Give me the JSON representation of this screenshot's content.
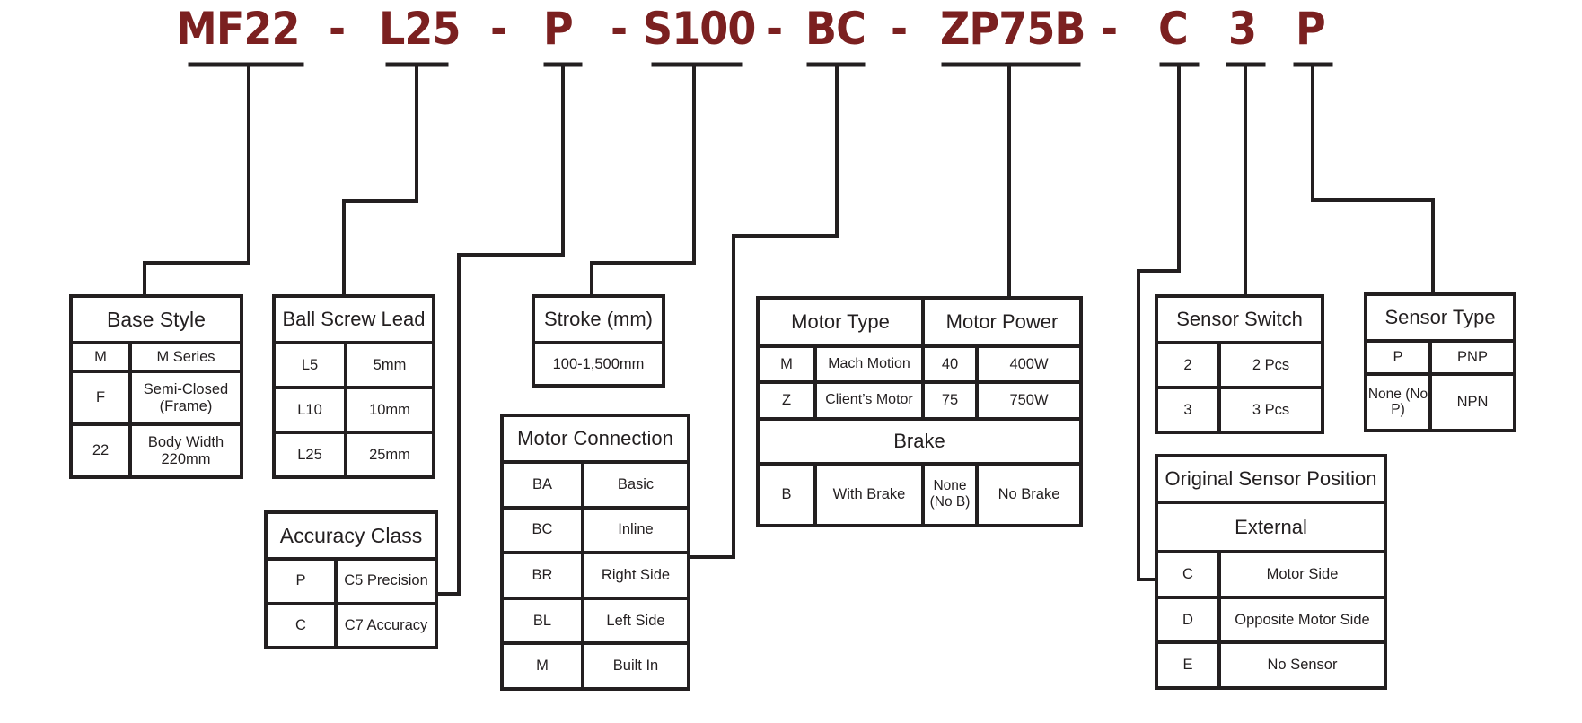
{
  "model_code": {
    "segments": [
      "MF22",
      "-",
      "L25",
      "-",
      "P",
      "-",
      "S100",
      "-",
      "BC",
      "-",
      "ZP75B",
      "-",
      "C",
      "3",
      "P"
    ],
    "color": "#7b2020"
  },
  "tables": {
    "base_style": {
      "title": "Base Style",
      "rows": [
        {
          "code": "M",
          "desc": "M Series"
        },
        {
          "code": "F",
          "desc": "Semi-Closed (Frame)"
        },
        {
          "code": "22",
          "desc": "Body Width 220mm"
        }
      ]
    },
    "ball_screw_lead": {
      "title": "Ball Screw Lead",
      "rows": [
        {
          "code": "L5",
          "desc": "5mm"
        },
        {
          "code": "L10",
          "desc": "10mm"
        },
        {
          "code": "L25",
          "desc": "25mm"
        }
      ]
    },
    "accuracy_class": {
      "title": "Accuracy Class",
      "rows": [
        {
          "code": "P",
          "desc": "C5 Precision"
        },
        {
          "code": "C",
          "desc": "C7 Accuracy"
        }
      ]
    },
    "stroke": {
      "title": "Stroke (mm)",
      "value": "100-1,500mm"
    },
    "motor_connection": {
      "title": "Motor Connection",
      "rows": [
        {
          "code": "BA",
          "desc": "Basic"
        },
        {
          "code": "BC",
          "desc": "Inline"
        },
        {
          "code": "BR",
          "desc": "Right Side"
        },
        {
          "code": "BL",
          "desc": "Left Side"
        },
        {
          "code": "M",
          "desc": "Built In"
        }
      ]
    },
    "motor": {
      "type_title": "Motor Type",
      "power_title": "Motor Power",
      "rows": [
        {
          "type_code": "M",
          "type_desc": "Mach Motion",
          "power_code": "40",
          "power_desc": "400W"
        },
        {
          "type_code": "Z",
          "type_desc": "Client’s Motor",
          "power_code": "75",
          "power_desc": "750W"
        }
      ],
      "brake_title": "Brake",
      "brake_row": {
        "code": "B",
        "desc": "With Brake",
        "none_code": "None (No B)",
        "none_desc": "No Brake"
      }
    },
    "sensor_switch": {
      "title": "Sensor Switch",
      "rows": [
        {
          "code": "2",
          "desc": "2 Pcs"
        },
        {
          "code": "3",
          "desc": "3 Pcs"
        }
      ]
    },
    "sensor_type": {
      "title": "Sensor Type",
      "rows": [
        {
          "code": "P",
          "desc": "PNP"
        },
        {
          "code": "None (No P)",
          "desc": "NPN"
        }
      ]
    },
    "original_sensor_position": {
      "title": "Original Sensor Position",
      "subtitle": "External",
      "rows": [
        {
          "code": "C",
          "desc": "Motor Side"
        },
        {
          "code": "D",
          "desc": "Opposite Motor Side"
        },
        {
          "code": "E",
          "desc": "No Sensor"
        }
      ]
    }
  }
}
